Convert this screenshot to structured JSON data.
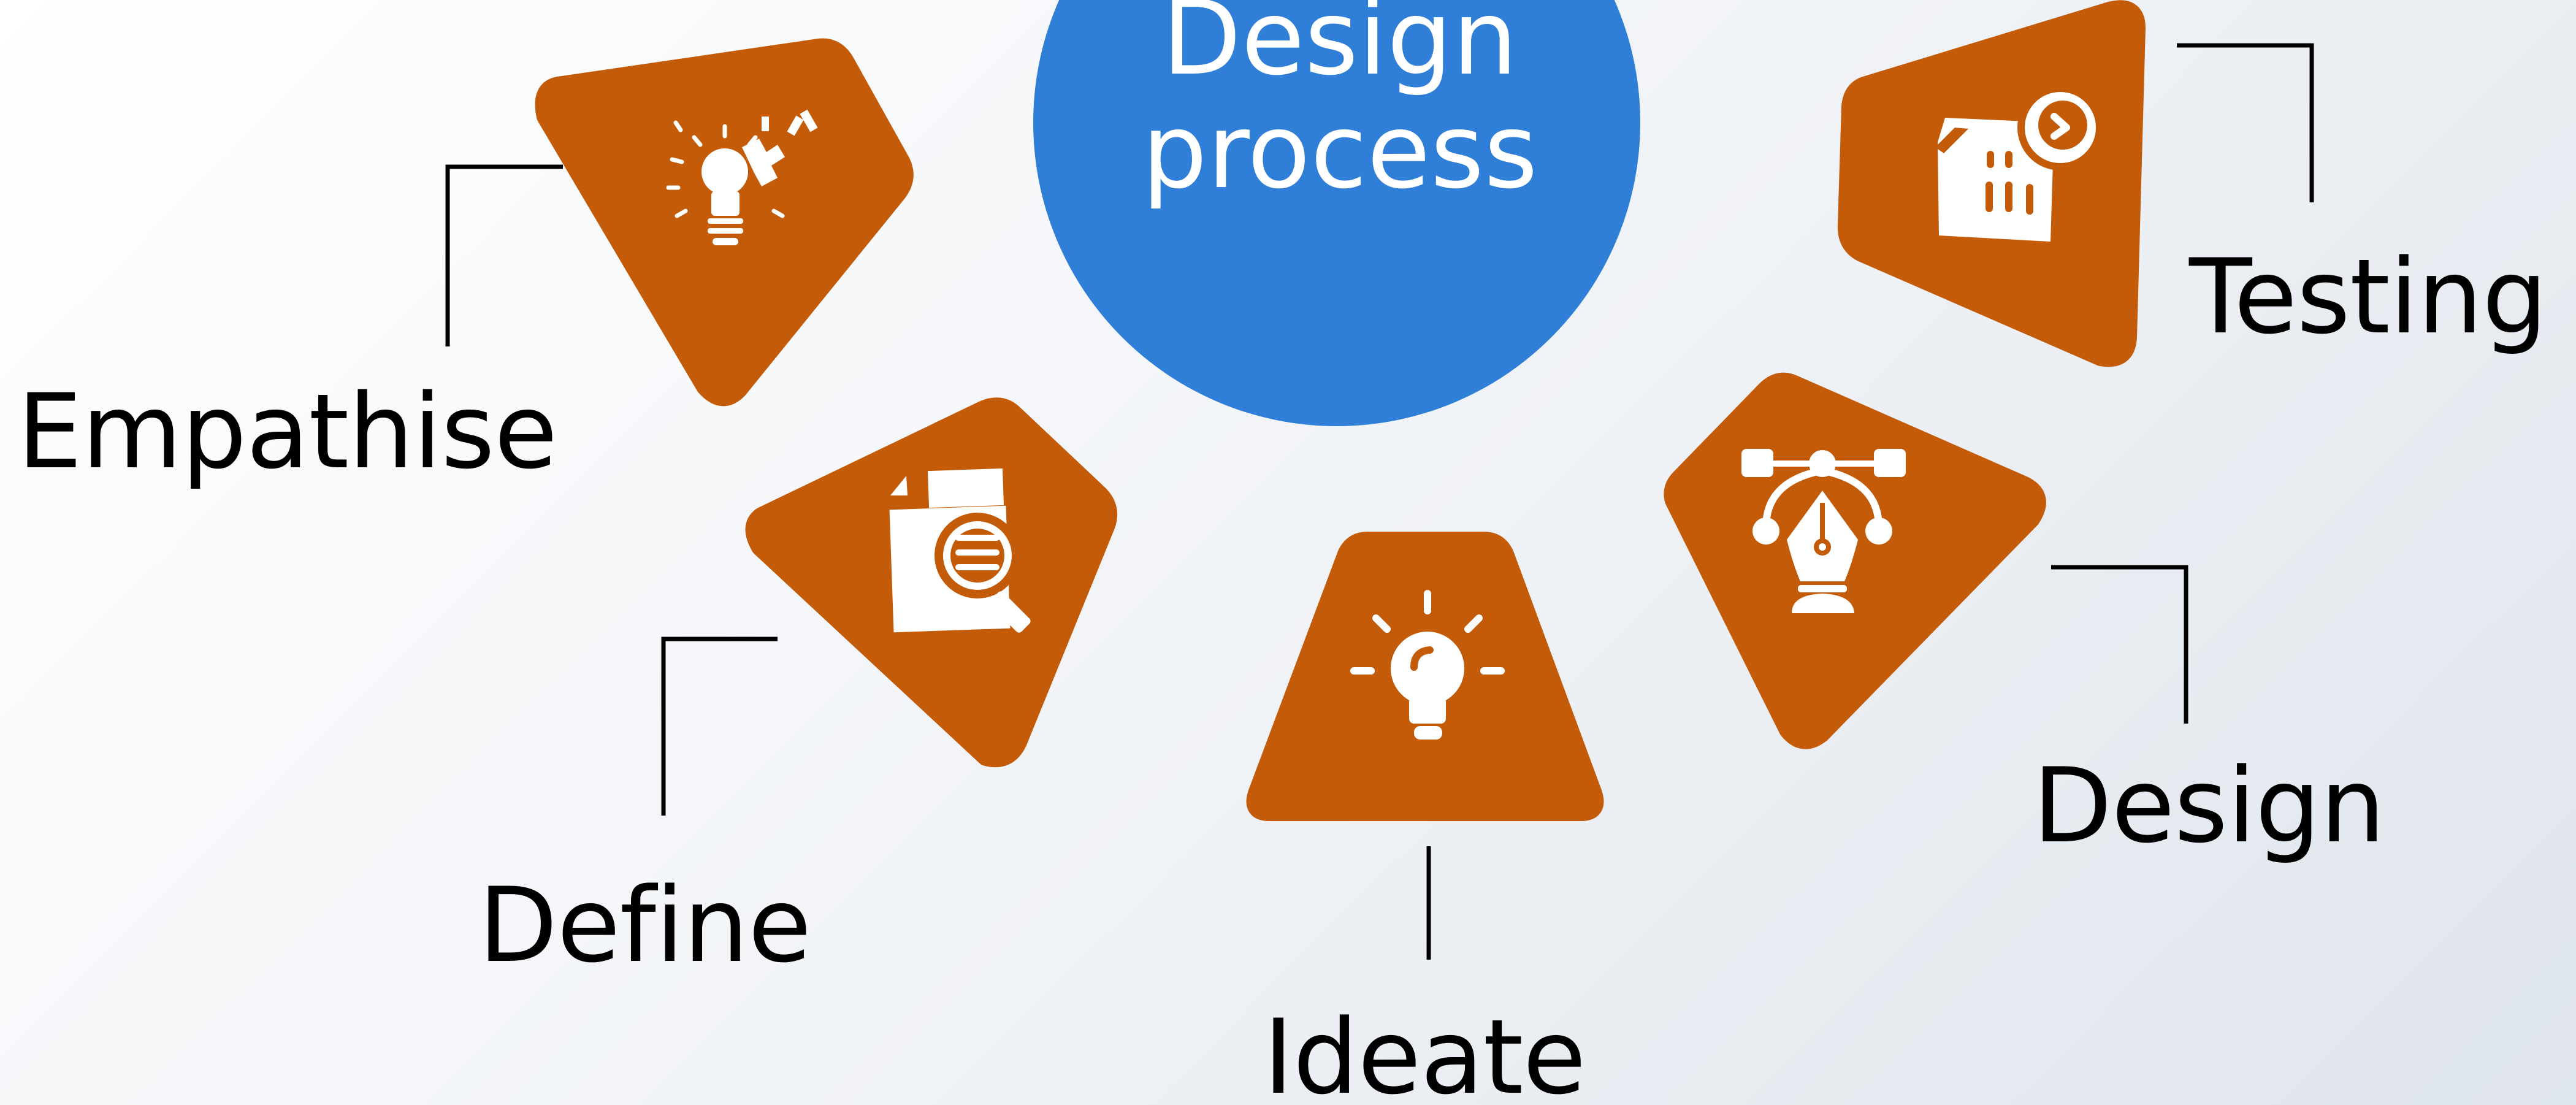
{
  "title": {
    "line1": "Design",
    "line2": "process"
  },
  "stages": [
    {
      "label": "Empathise",
      "icon": "idea-puzzle-icon"
    },
    {
      "label": "Define",
      "icon": "document-search-icon"
    },
    {
      "label": "Ideate",
      "icon": "lightbulb-icon"
    },
    {
      "label": "Design",
      "icon": "pen-tool-icon"
    },
    {
      "label": "Testing",
      "icon": "test-clipboard-icon"
    }
  ],
  "colors": {
    "accent": "#c45b08",
    "center_circle": "#2f7ed8",
    "text": "#000000",
    "icon": "#ffffff"
  }
}
